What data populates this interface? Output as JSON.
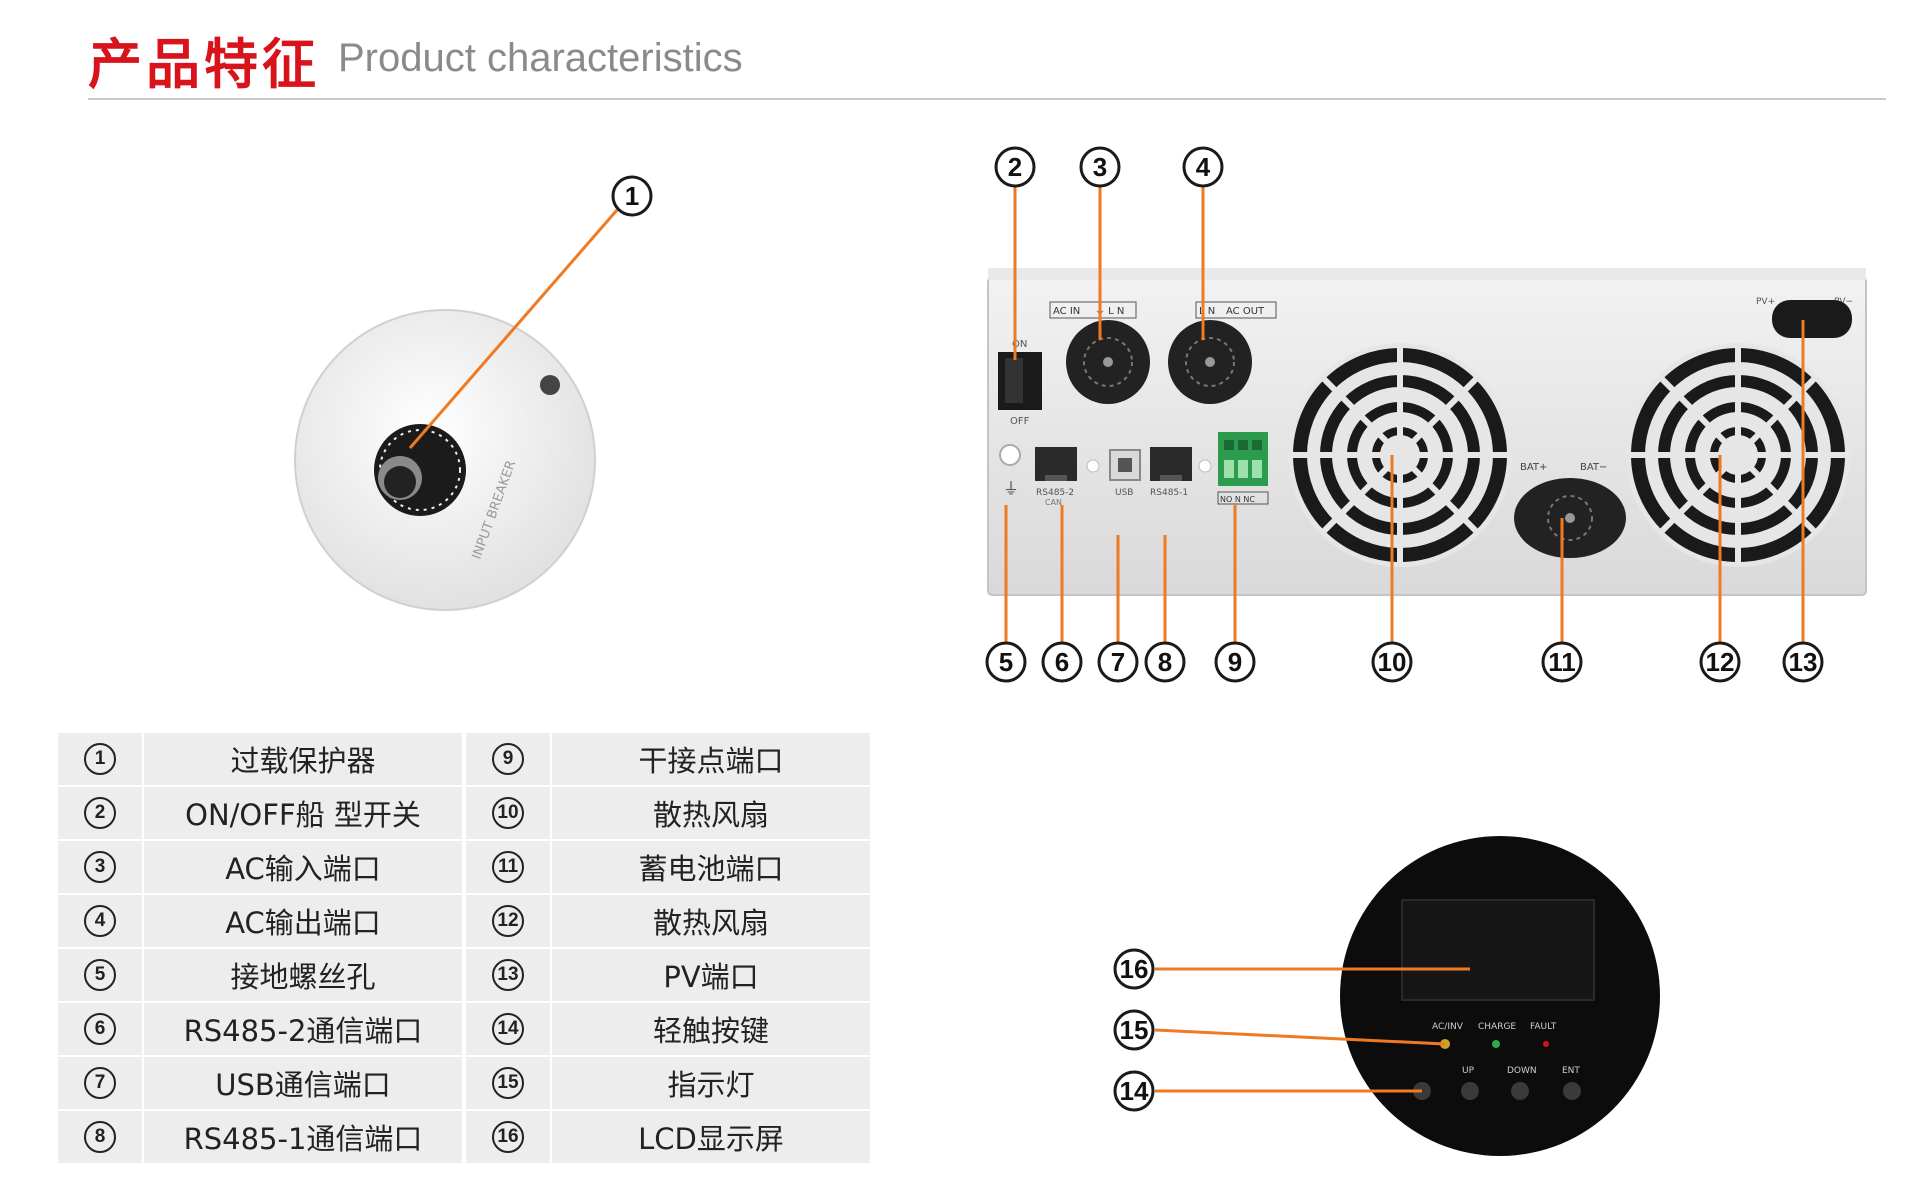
{
  "header": {
    "title_cn": "产品特征",
    "title_en": "Product characteristics"
  },
  "callouts": {
    "c1": "1",
    "c2": "2",
    "c3": "3",
    "c4": "4",
    "c5": "5",
    "c6": "6",
    "c7": "7",
    "c8": "8",
    "c9": "9",
    "c10": "10",
    "c11": "11",
    "c12": "12",
    "c13": "13",
    "c14": "14",
    "c15": "15",
    "c16": "16"
  },
  "panel_labels": {
    "ac_in": "AC IN",
    "ac_in_pins": "⏚ L N",
    "ac_out": "AC OUT",
    "ac_out_pins": "L N",
    "on": "ON",
    "off": "OFF",
    "rs485_2": "RS485-2",
    "can": "CAN",
    "usb": "USB",
    "rs485_1": "RS485-1",
    "dry_contact": "NO N NC",
    "bat_plus": "BAT+",
    "bat_minus": "BAT−",
    "pv_plus": "PV+",
    "pv_minus": "PV−",
    "breaker": "INPUT BREAKER"
  },
  "front_panel": {
    "led_labels": [
      "AC/INV",
      "CHARGE",
      "FAULT"
    ],
    "button_labels": [
      "UP",
      "DOWN",
      "ENT"
    ],
    "colors": {
      "ac_led": "#c9a227",
      "charge_led": "#2fa84f",
      "fault_led": "#d8131b"
    }
  },
  "features": [
    {
      "num": "1",
      "label": "过载保护器"
    },
    {
      "num": "2",
      "label": "ON/OFF船 型开关"
    },
    {
      "num": "3",
      "label": "AC输入端口"
    },
    {
      "num": "4",
      "label": "AC输出端口"
    },
    {
      "num": "5",
      "label": "接地螺丝孔"
    },
    {
      "num": "6",
      "label": "RS485-2通信端口"
    },
    {
      "num": "7",
      "label": "USB通信端口"
    },
    {
      "num": "8",
      "label": "RS485-1通信端口"
    },
    {
      "num": "9",
      "label": "干接点端口"
    },
    {
      "num": "10",
      "label": "散热风扇"
    },
    {
      "num": "11",
      "label": "蓄电池端口"
    },
    {
      "num": "12",
      "label": "散热风扇"
    },
    {
      "num": "13",
      "label": "PV端口"
    },
    {
      "num": "14",
      "label": "轻触按键"
    },
    {
      "num": "15",
      "label": "指示灯"
    },
    {
      "num": "16",
      "label": "LCD显示屏"
    }
  ],
  "colors": {
    "accent_red": "#d8131b",
    "callout_orange": "#ee7a21",
    "table_bg": "#ededed"
  }
}
